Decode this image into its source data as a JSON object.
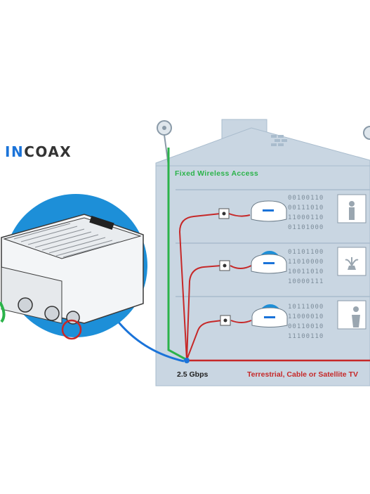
{
  "logo": {
    "prefix": "IN",
    "rest": "COAX",
    "accent_color": "#1a73d9"
  },
  "labels": {
    "fixed_wireless": "Fixed Wireless Access",
    "speed": "2.5 Gbps",
    "tv_source": "Terrestrial, Cable or Satellite TV"
  },
  "colors": {
    "building": "#c9d6e2",
    "building_edge": "#a9bccd",
    "window": "#ffffff",
    "green_line": "#2bb34a",
    "red_line": "#c62828",
    "blue_dot": "#1a73d9",
    "circle_bg": "#1d8fd8"
  },
  "binary_rows": [
    [
      "00100110",
      "00111010",
      "11000110",
      "01101000"
    ],
    [
      "01101100",
      "11010000",
      "10011010",
      "10000111"
    ],
    [
      "10111000",
      "11000010",
      "00110010",
      "11100110"
    ]
  ],
  "icons": [
    "antenna-dish-icon",
    "wall-outlet-icon",
    "modem-icon",
    "window-person-icon",
    "window-plant-icon",
    "amplifier-device-icon"
  ]
}
